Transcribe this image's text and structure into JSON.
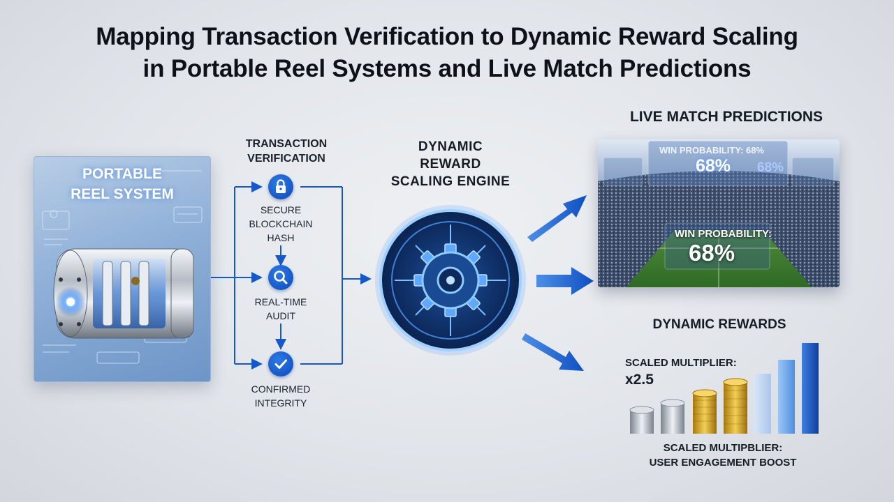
{
  "title": {
    "line1": "Mapping Transaction Verification to Dynamic Reward Scaling",
    "line2": "in Portable Reel Systems and Live Match Predictions"
  },
  "reel_system": {
    "label_line1": "PORTABLE",
    "label_line2": "REEL SYSTEM"
  },
  "verification": {
    "title_line1": "TRANSACTION",
    "title_line2": "VERIFICATION",
    "steps": [
      {
        "icon": "lock-icon",
        "line1": "SECURE",
        "line2": "BLOCKCHAIN",
        "line3": "HASH"
      },
      {
        "icon": "magnifier-icon",
        "line1": "REAL-TIME",
        "line2": "AUDIT"
      },
      {
        "icon": "checkmark-icon",
        "line1": "CONFIRMED",
        "line2": "INTEGRITY"
      }
    ]
  },
  "engine": {
    "line1": "DYNAMIC",
    "line2": "REWARD",
    "line3": "SCALING ENGINE"
  },
  "live_match": {
    "title": "LIVE MATCH PREDICTIONS",
    "top_label": "WIN PROBABILITY: 68%",
    "top_value": "68%",
    "top_side_value": "68%",
    "center_label": "WIN PROBABILITY:",
    "center_value": "68%"
  },
  "rewards": {
    "title": "DYNAMIC REWARDS",
    "multiplier_label": "SCALED MULTIPLIER:",
    "multiplier_value": "x2.5",
    "boost_line1": "SCALED MULTIPBLIER:",
    "boost_line2": "USER ENGAGEMENT BOOST"
  },
  "colors": {
    "accent_blue": "#1558c9",
    "panel_blue": "#8fb0d8",
    "gold": "#d9a81e",
    "silver": "#b9bec6"
  }
}
